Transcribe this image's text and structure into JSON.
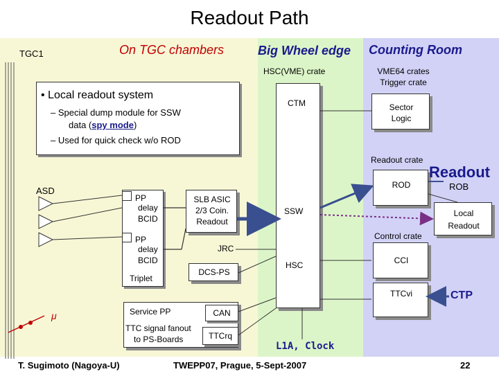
{
  "title": "Readout Path",
  "regions": {
    "tgc1_label": "TGC1",
    "on_tgc": "On TGC chambers",
    "big_wheel": "Big Wheel edge",
    "counting_room": "Counting Room"
  },
  "crates": {
    "hsc_vme": "HSC(VME) crate",
    "vme64": "VME64 crates",
    "trigger": "Trigger crate",
    "readout_crate": "Readout crate",
    "control_crate": "Control crate"
  },
  "local_readout": {
    "bullet": "• Local readout system",
    "line1": "– Special dump module for SSW",
    "line2_pre": "data (",
    "line2_link": "spy mode",
    "line2_post": ")",
    "line3": "– Used for quick check w/o ROD"
  },
  "modules": {
    "ctm": "CTM",
    "sector_logic_1": "Sector",
    "sector_logic_2": "Logic",
    "rod": "ROD",
    "rob": "ROB",
    "readout_big": "Readout",
    "local_readout_1": "Local",
    "local_readout_2": "Readout",
    "ssw": "SSW",
    "hsc": "HSC",
    "cci": "CCI",
    "ttcvi": "TTCvi",
    "ctp": "CTP",
    "asd": "ASD",
    "pp1_1": "PP",
    "pp1_2": "delay",
    "pp1_3": "BCID",
    "pp2_1": "PP",
    "pp2_2": "delay",
    "pp2_3": "BCID",
    "triplet": "Triplet",
    "slb_1": "SLB ASIC",
    "slb_2": "2/3 Coin.",
    "slb_3": "Readout",
    "jrc": "JRC",
    "dcs_ps": "DCS-PS",
    "service_pp": "Service PP",
    "can": "CAN",
    "ttc_fanout_1": "TTC signal fanout",
    "ttc_fanout_2": "to PS-Boards",
    "ttcrq": "TTCrq",
    "mu": "μ",
    "l1a": "L1A, Clock"
  },
  "footer": {
    "author": "T. Sugimoto (Nagoya-U)",
    "event": "TWEPP07, Prague, 5-Sept-2007",
    "page": "22"
  },
  "colors": {
    "tgc_region": "#f7f7d6",
    "bigwheel_region": "#dcf5c8",
    "counting_region": "#d2d2f7",
    "arrow_blue": "#3a4f8f",
    "dotted_purple": "#7a2f86",
    "header_red": "#c00000",
    "header_blue": "#1a1a8c"
  }
}
